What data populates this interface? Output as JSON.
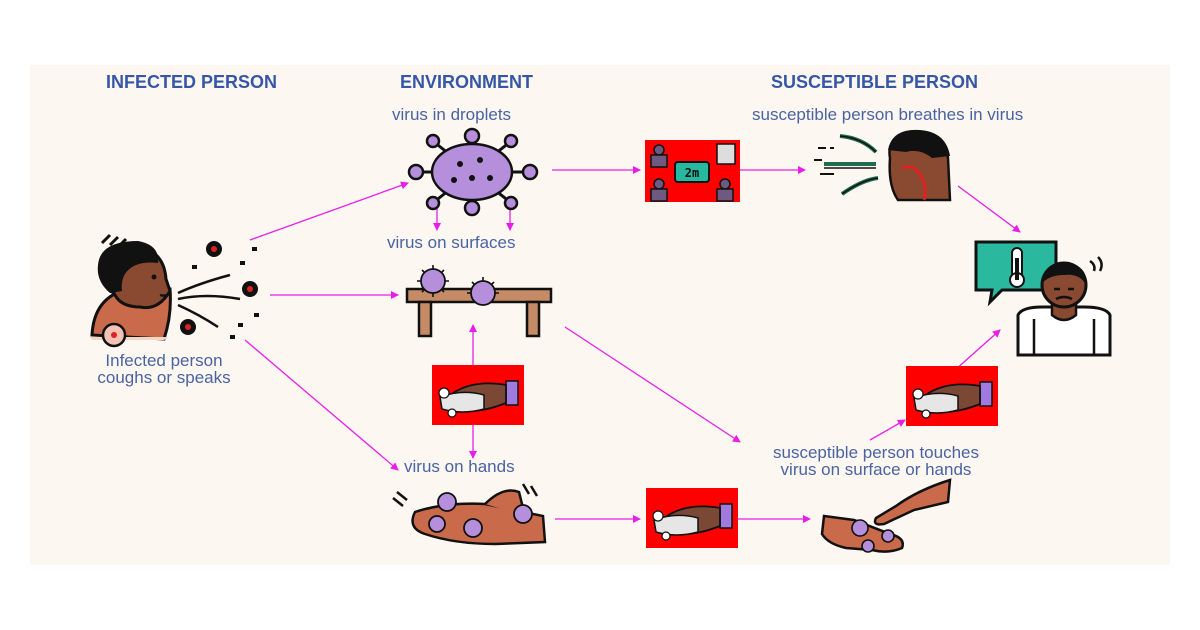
{
  "headers": {
    "infected": "INFECTED PERSON",
    "environment": "ENVIRONMENT",
    "susceptible": "SUSCEPTIBLE PERSON"
  },
  "labels": {
    "infected_line1": "Infected person",
    "infected_line2": "coughs or speaks",
    "droplets": "virus in droplets",
    "surfaces": "virus on surfaces",
    "hands": "virus on hands",
    "breathes": "susceptible person breathes in virus",
    "touches_line1": "susceptible person touches",
    "touches_line2": "virus on surface or hands"
  },
  "distance_sign": "2m",
  "colors": {
    "heading": "#3557a6",
    "label": "#4a63a3",
    "arrow": "#e81ee8",
    "barrier_bg": "#ff0000",
    "virus": "#b68fdc",
    "panel": "#fcf7f1"
  },
  "icons": [
    "coughing-person-icon",
    "virus-icon",
    "table-icon",
    "hands-icon",
    "distancing-icon",
    "handwash-icon",
    "breathing-person-icon",
    "sick-person-icon",
    "thermometer-icon",
    "touching-hands-icon"
  ]
}
